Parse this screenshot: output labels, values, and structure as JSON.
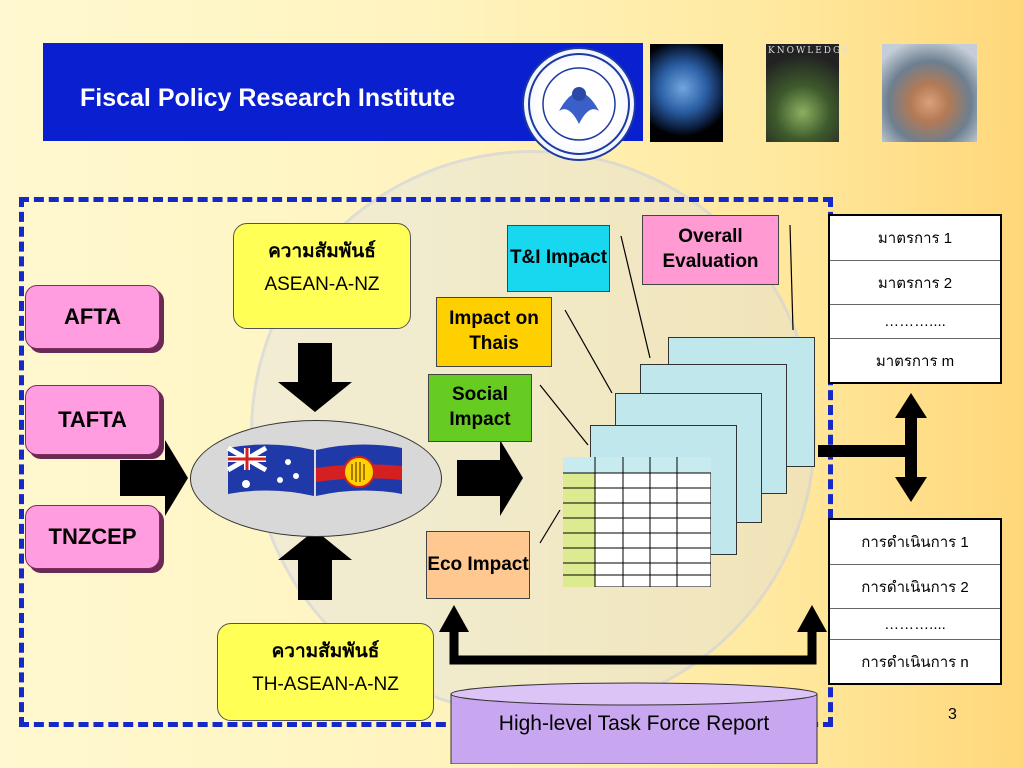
{
  "header": {
    "title": "Fiscal Policy Research Institute",
    "knowledge_text": "KNOWLEDGE"
  },
  "inputs": [
    "AFTA",
    "TAFTA",
    "TNZCEP"
  ],
  "relationship_top": {
    "line1": "ความสัมพันธ์",
    "line2": "ASEAN-A-NZ"
  },
  "relationship_bottom": {
    "line1": "ความสัมพันธ์",
    "line2": "TH-ASEAN-A-NZ"
  },
  "impacts": {
    "ti": "T&I Impact",
    "overall": "Overall Evaluation",
    "thais": "Impact on Thais",
    "social": "Social Impact",
    "eco": "Eco Impact"
  },
  "measures": [
    "มาตรการ 1",
    "มาตรการ 2",
    "………....",
    "มาตรการ m"
  ],
  "actions": [
    "การดำเนินการ 1",
    "การดำเนินการ 2",
    "………....",
    "การดำเนินการ n"
  ],
  "report_label": "High-level Task Force Report",
  "page_number": "3",
  "colors": {
    "header": "#0a1fd0",
    "frame": "#1528c8",
    "pill": "#ff9de0",
    "relation": "#ffff55",
    "ti": "#18d8f0",
    "overall": "#ff9ad2",
    "thais": "#ffd000",
    "social": "#66cc22",
    "eco": "#ffc890",
    "sheet": "#bfe7ec",
    "cylinder": "#c9a6f0"
  }
}
